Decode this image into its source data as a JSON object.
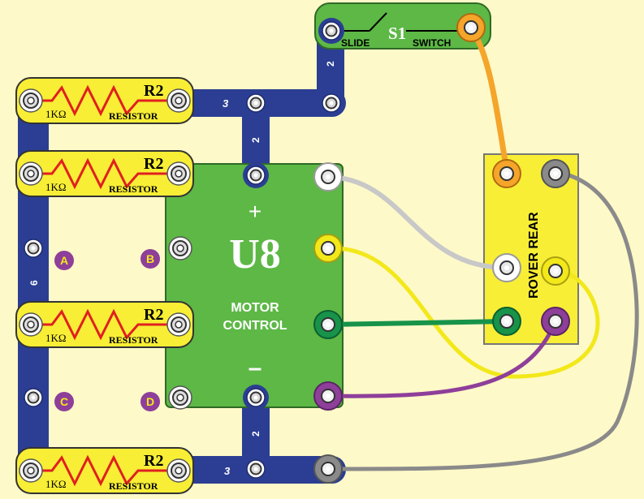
{
  "switch": {
    "ref": "S1",
    "label_left": "SLIDE",
    "label_right": "SWITCH"
  },
  "resistors": [
    {
      "ref": "R2",
      "value": "1KΩ",
      "label": "RESISTOR"
    },
    {
      "ref": "R2",
      "value": "1KΩ",
      "label": "RESISTOR"
    },
    {
      "ref": "R2",
      "value": "1KΩ",
      "label": "RESISTOR"
    },
    {
      "ref": "R2",
      "value": "1KΩ",
      "label": "RESISTOR"
    }
  ],
  "wire_numbers": {
    "top_short": "3",
    "switch_vertical": "2",
    "center_vertical": "2",
    "left_long": "6",
    "bottom_vertical": "2",
    "bottom_short": "3"
  },
  "motor_control": {
    "ref": "U8",
    "plus": "+",
    "minus": "–",
    "label_line1": "MOTOR",
    "label_line2": "CONTROL"
  },
  "rover": {
    "label": "ROVER REAR"
  },
  "points": {
    "a": "A",
    "b": "B",
    "c": "C",
    "d": "D"
  },
  "colors": {
    "background": "#FEF9C8",
    "wire_blue": "#2B3E93",
    "resistor_yellow": "#F8EE35",
    "board_green": "#5DB846",
    "label_purple": "#8E3F9A"
  }
}
